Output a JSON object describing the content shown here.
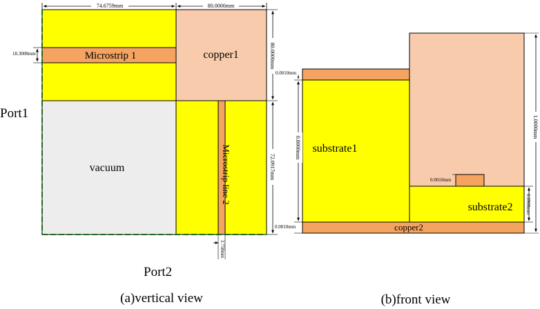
{
  "colors": {
    "yellow": "#FFFF00",
    "copper_pad": "#F8CBAD",
    "microstrip": "#F4A460",
    "vacuum": "#EDEDED",
    "line": "#000000",
    "port_dash": "#1F6B1F"
  },
  "vertical_view": {
    "caption": "(a)vertical view",
    "port1_label": "Port1",
    "port2_label": "Port2",
    "region_labels": {
      "microstrip1": "Microstrip 1",
      "copper1": "copper1",
      "vacuum": "vacuum",
      "microstrip2": "Microstrip line 2"
    },
    "dimensions": {
      "top_left_width": "74.6759mm",
      "top_right_width": "80.0000mm",
      "microstrip1_width": "18.3008mm",
      "copper1_height": "80.0000mm",
      "lower_right_height": "72.0917mm",
      "microstrip2_width": "3.758mm"
    }
  },
  "front_view": {
    "caption": "(b)front view",
    "region_labels": {
      "substrate1": "substrate1",
      "substrate2": "substrate2",
      "copper2": "copper2"
    },
    "dimensions": {
      "top_strip_thickness": "0.0010mm",
      "substrate1_height": "0.8000mm",
      "bottom_copper_thickness": "0.0010mm",
      "small_strip_thickness": "0.0010mm",
      "substrate2_height": "0.0900mm",
      "total_height": "1.0000mm"
    }
  }
}
